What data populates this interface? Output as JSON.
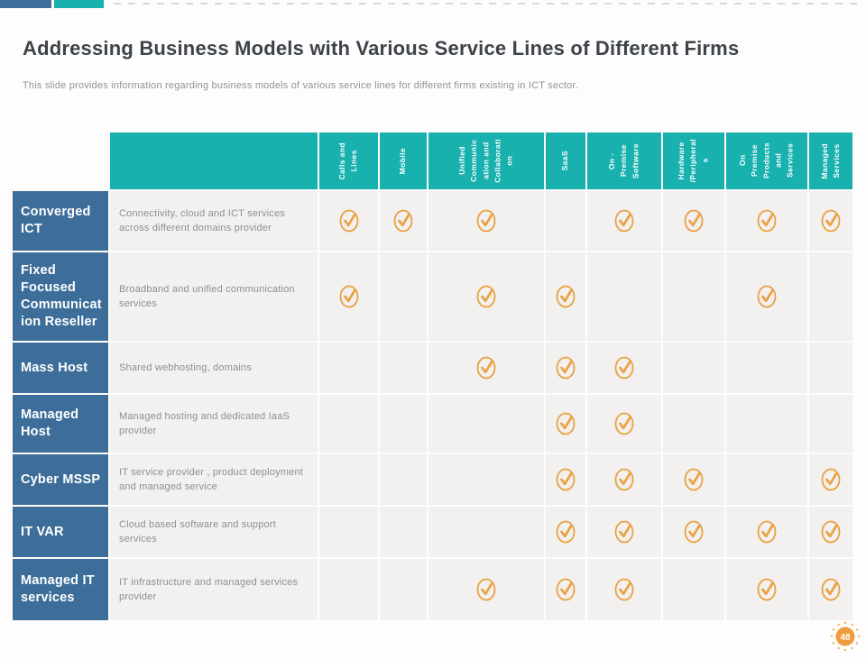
{
  "slide": {
    "title": "Addressing Business Models with Various Service Lines of Different Firms",
    "subtitle": "This slide provides information regarding business models of various service lines for different firms existing in ICT sector.",
    "page_number": "48"
  },
  "colors": {
    "teal": "#18B1AE",
    "steel_blue": "#3C6E99",
    "orange": "#EAA143",
    "orange_light": "#F2B457",
    "badge_orange": "#EF9D3C",
    "cell_bg": "#F2F1F0",
    "title_text": "#3D4349",
    "body_text": "#8A9095"
  },
  "table": {
    "columns": [
      "Calls and\nLines",
      "Mobile",
      "Unified\nCommunic\nation and\nCollaborati\non",
      "SaaS",
      "On -\nPremise\nSoftware",
      "Hardware\n/Peripheral\ns",
      "On\nPremise\nProducts\nand\nServices",
      "Managed\nServices"
    ],
    "rows": [
      {
        "label": "Converged\nICT",
        "description": "Connectivity, cloud and ICT services across different domains provider",
        "checks": [
          1,
          1,
          1,
          0,
          1,
          1,
          1,
          1
        ]
      },
      {
        "label": "Fixed\nFocused\nCommunicat\nion Reseller",
        "description": "Broadband and unified communication services",
        "checks": [
          1,
          0,
          1,
          1,
          0,
          0,
          1,
          0
        ]
      },
      {
        "label": "Mass Host",
        "description": "Shared webhosting, domains",
        "checks": [
          0,
          0,
          1,
          1,
          1,
          0,
          0,
          0
        ]
      },
      {
        "label": "Managed\nHost",
        "description": "Managed hosting and dedicated IaaS provider",
        "checks": [
          0,
          0,
          0,
          1,
          1,
          0,
          0,
          0
        ]
      },
      {
        "label": "Cyber MSSP",
        "description": "IT service provider , product deployment and managed service",
        "checks": [
          0,
          0,
          0,
          1,
          1,
          1,
          0,
          1
        ]
      },
      {
        "label": "IT VAR",
        "description": "Cloud based software and support services",
        "checks": [
          0,
          0,
          0,
          1,
          1,
          1,
          1,
          1
        ]
      },
      {
        "label": "Managed IT\nservices",
        "description": "IT infrastructure and managed services provider",
        "checks": [
          0,
          0,
          1,
          1,
          1,
          0,
          1,
          1
        ]
      }
    ]
  }
}
